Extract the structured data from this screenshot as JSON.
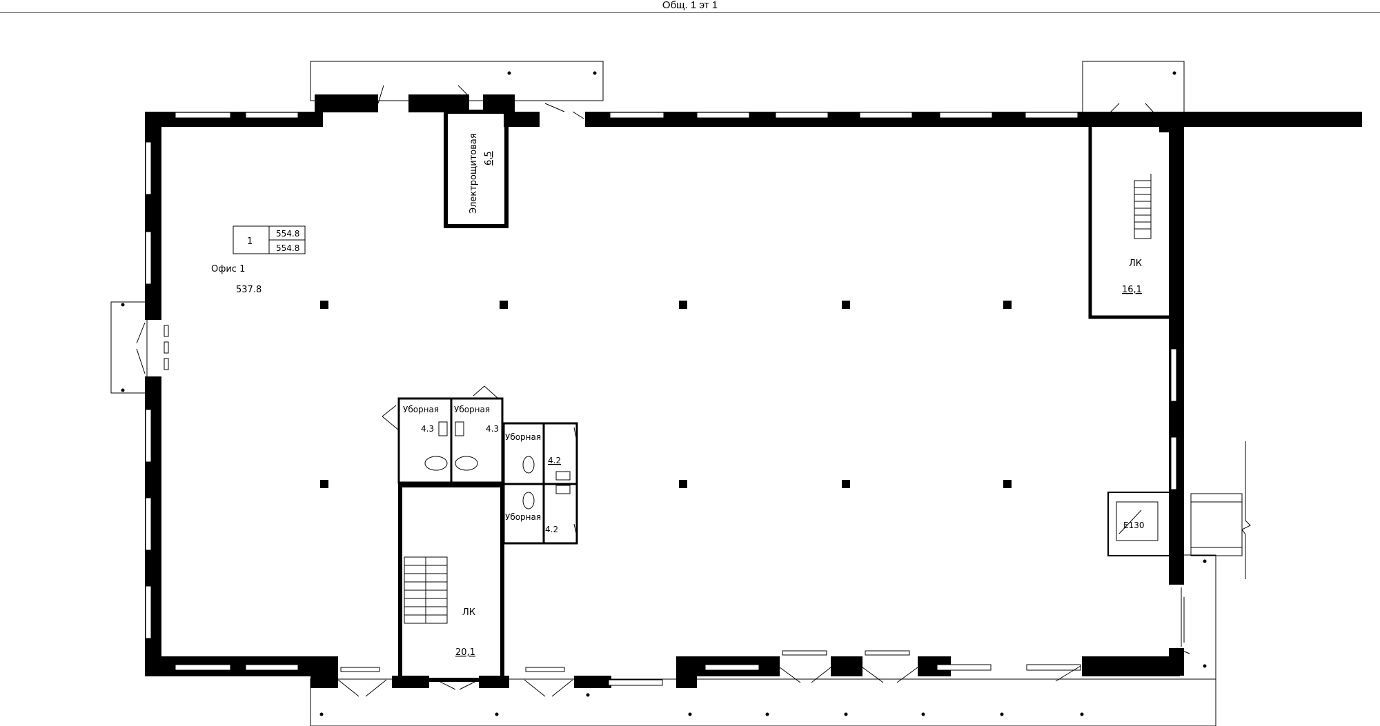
{
  "sheet": {
    "title": "Общ. 1 эт 1"
  },
  "room_table": {
    "number": "1",
    "area_total": "554.8",
    "area_living": "554.8"
  },
  "rooms": {
    "office": {
      "name": "Офис 1",
      "area": "537.8"
    },
    "electrical": {
      "name": "Электрощитовая",
      "area": "6,5"
    },
    "stair_right": {
      "name": "ЛК",
      "area": "16,1"
    },
    "stair_bottom": {
      "name": "ЛК",
      "area": "20,1"
    },
    "wc1": {
      "name": "Уборная",
      "area": "4.3"
    },
    "wc2": {
      "name": "Уборная",
      "area": "4.3"
    },
    "wc3": {
      "name": "Уборная",
      "area": "4.2"
    },
    "wc4": {
      "name": "Уборная",
      "area": "4.2"
    },
    "elevator": {
      "name": "Е130"
    }
  },
  "colors": {
    "wall": "#000000",
    "line": "#000000",
    "background": "#ffffff"
  }
}
